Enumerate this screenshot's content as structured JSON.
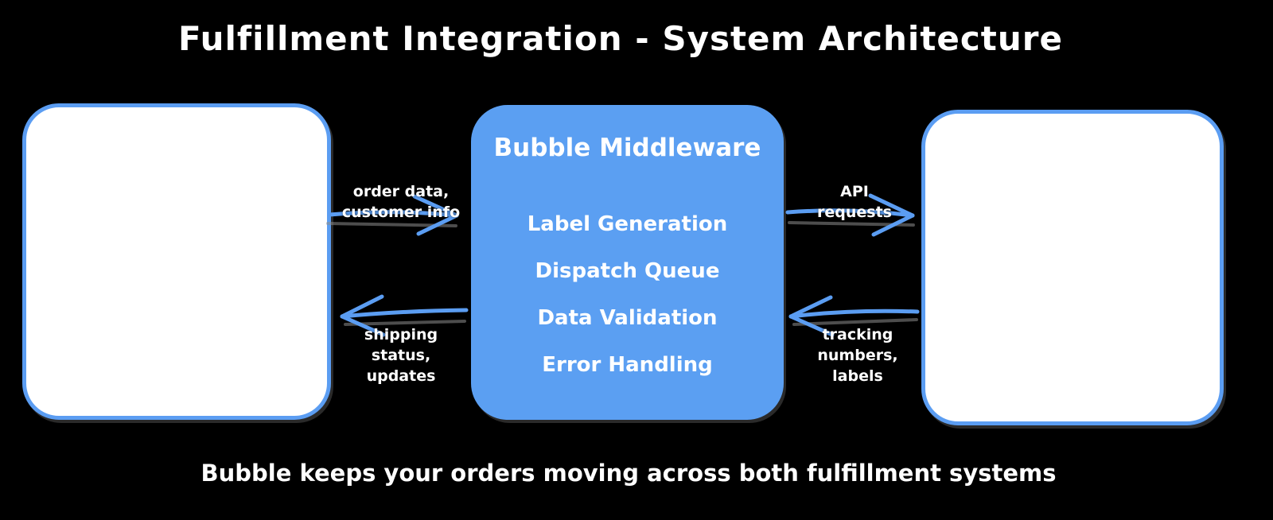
{
  "title": "Fulfillment Integration - System Architecture",
  "colors": {
    "background": "#000000",
    "box_blue": "#5b9ff2",
    "box_border": "#5b9df2",
    "arrow": "#5b9df2",
    "shadow": "#8c8c8c",
    "text_white": "#ffffff"
  },
  "middleware": {
    "title": "Bubble Middleware",
    "items": [
      "Label Generation",
      "Dispatch Queue",
      "Data Validation",
      "Error Handling"
    ]
  },
  "arrows": {
    "store_to_middleware": {
      "label_line1": "order data,",
      "label_line2": "customer info"
    },
    "middleware_to_fulfillment": {
      "label_line1": "API",
      "label_line2": "requests"
    },
    "middleware_to_store": {
      "label_line1": "shipping status,",
      "label_line2": "updates"
    },
    "fulfillment_to_middleware": {
      "label_line1": "tracking numbers,",
      "label_line2": "labels"
    }
  },
  "caption": "Bubble keeps your orders moving across both fulfillment systems"
}
